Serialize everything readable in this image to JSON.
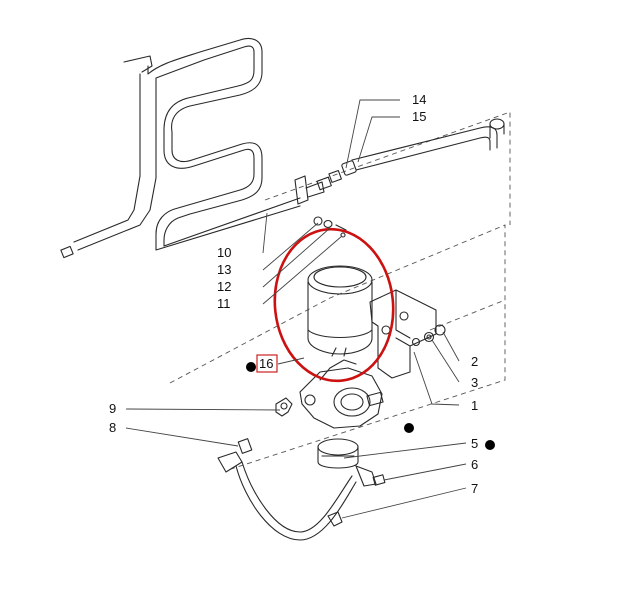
{
  "callouts": {
    "c1": "1",
    "c2": "2",
    "c3": "3",
    "c5": "5",
    "c6": "6",
    "c7": "7",
    "c8": "8",
    "c9": "9",
    "c10": "10",
    "c11": "11",
    "c12": "12",
    "c13": "13",
    "c14": "14",
    "c15": "15",
    "c16": "16"
  },
  "colors": {
    "highlight_ellipse": "#cc1111",
    "label_box": "#cc2222",
    "line_art": "#2a2a2a",
    "marker_dot": "#000000"
  }
}
